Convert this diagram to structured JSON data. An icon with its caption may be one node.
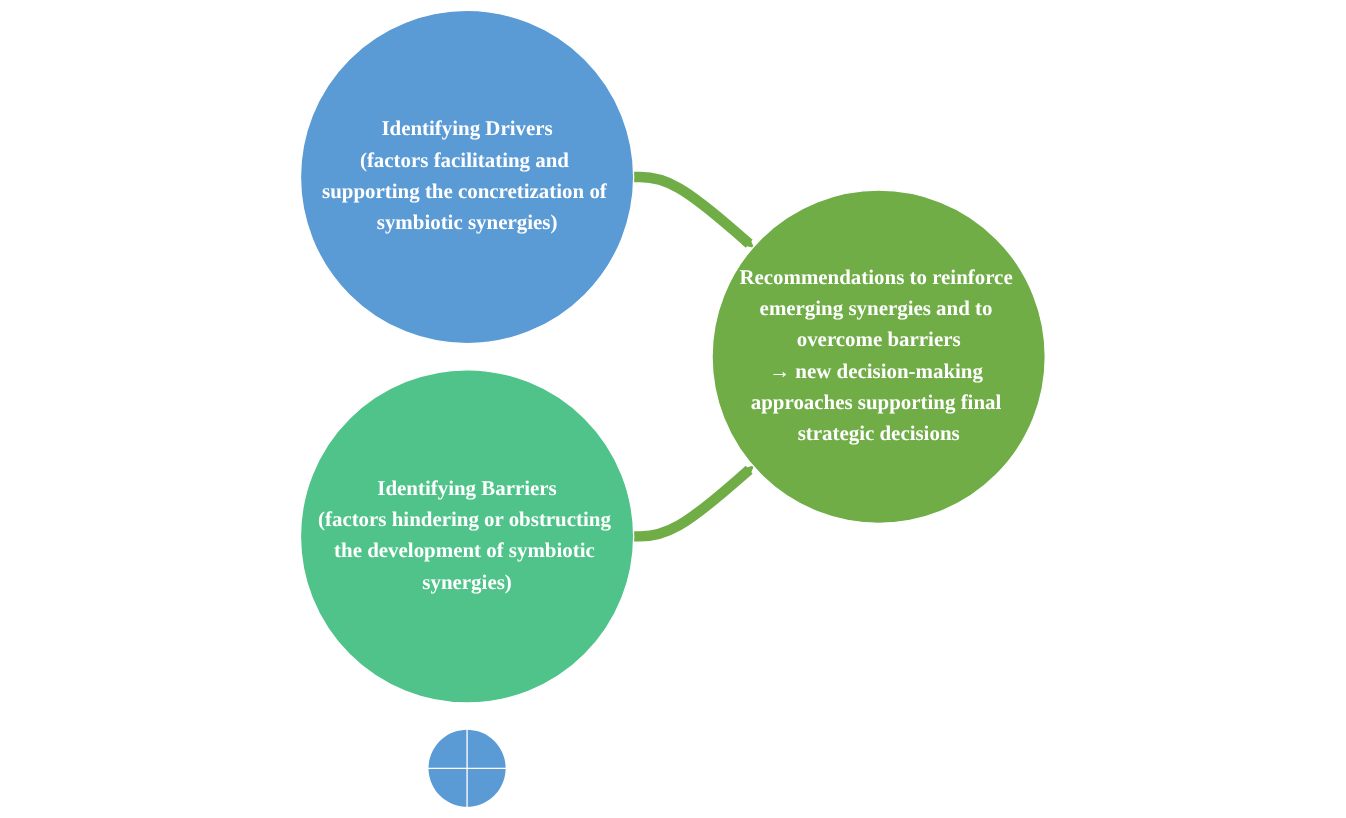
{
  "diagram": {
    "nodes": [
      {
        "text": [
          "Identifying Drivers",
          "(factors facilitating and supporting the concretization of symbiotic synergies)"
        ]
      },
      {
        "text": [
          "Identifying Barriers",
          "(factors hindering or obstructing the development of symbiotic synergies)"
        ]
      },
      {
        "text": [
          "Recommendations to reinforce emerging synergies and to overcome barriers",
          "→ new decision-making approaches supporting final strategic decisions"
        ]
      },
      {
        "text": [],
        "shape": "plus"
      }
    ],
    "edges": [
      {
        "from": 0,
        "to": 2,
        "arrow": "to"
      },
      {
        "from": 1,
        "to": 2,
        "arrow": "to"
      }
    ]
  }
}
